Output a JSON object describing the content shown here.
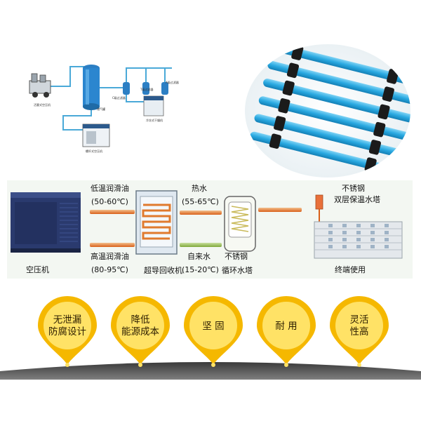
{
  "top_diagram": {
    "labels": {
      "compressor": "活塞式空压机",
      "tank": "储气罐",
      "filter1": "C级过滤器",
      "filter2": "T级过滤器",
      "filter3": "A级过滤器",
      "dryer": "冷冻式干燥机",
      "screw": "螺杆式空压机"
    }
  },
  "flow": {
    "compressor_label": "空压机",
    "low_oil_label": "低温润滑油",
    "low_oil_temp": "(50-60℃)",
    "high_oil_label": "高温润滑油",
    "high_oil_temp": "(80-95℃)",
    "recovery_label": "超导回收机",
    "hot_water_label": "热水",
    "hot_water_temp": "(55-65℃)",
    "tap_water_label": "自来水",
    "tap_water_temp": "(15-20℃)",
    "tank_inner_label": "不锈钢",
    "tank_bottom_label": "循环水塔",
    "tower_label_1": "不锈钢",
    "tower_label_2": "双层保温水塔",
    "terminal_label": "终端使用"
  },
  "features": [
    {
      "line1": "无泄漏",
      "line2": "防腐设计"
    },
    {
      "line1": "降低",
      "line2": "能源成本"
    },
    {
      "line1": "坚 固",
      "line2": ""
    },
    {
      "line1": "耐 用",
      "line2": ""
    },
    {
      "line1": "灵活",
      "line2": "性高"
    }
  ],
  "colors": {
    "pin_yellow": "#f5b800",
    "pin_light": "#ffe266",
    "pipe_blue": "#29a9e1",
    "pipe_dark": "#1b1b1b",
    "hot_pipe": "#d9601a",
    "cabinet_blue": "#2a3a6e"
  }
}
